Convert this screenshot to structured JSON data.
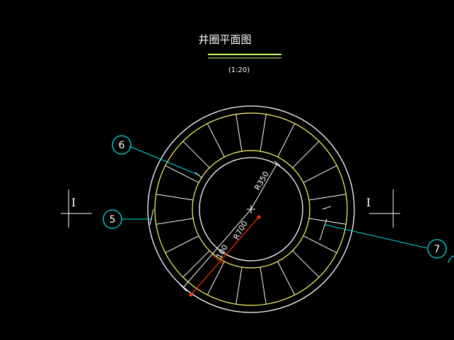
{
  "drawing": {
    "title": "井圈平面图",
    "scale": "(1:20)",
    "colors": {
      "background": "#000000",
      "white": "#ffffff",
      "yellow": "#ffff66",
      "cyan": "#00e0e0",
      "red": "#ff3300",
      "title_underline": "#c8ff64"
    },
    "dimensions": {
      "r350": "R350",
      "r700": "R700",
      "w100": "100"
    },
    "callouts": [
      {
        "id": "6",
        "text": "6"
      },
      {
        "id": "5",
        "text": "5"
      },
      {
        "id": "7",
        "text": "7"
      }
    ],
    "section_marks": {
      "left": "I",
      "right": "I"
    }
  }
}
